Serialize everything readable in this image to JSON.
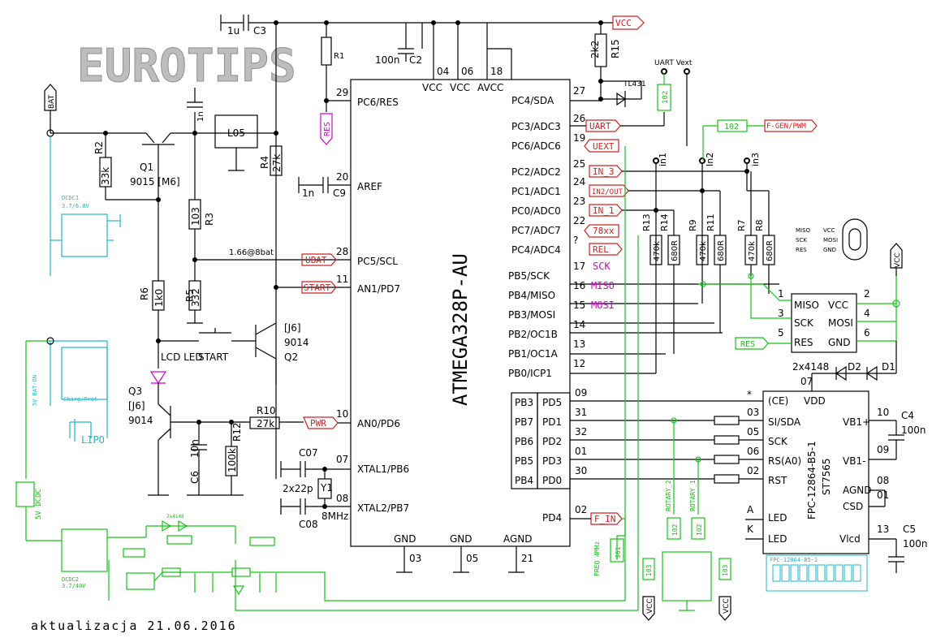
{
  "title": "EUROTIPS",
  "footer": "aktualizacja 21.06.2016",
  "colors": {
    "wire": "#000000",
    "net_label": "#d42020",
    "green": "#13c413",
    "cyan": "#1fb6cf",
    "magenta": "#d000d0",
    "logo": "#bdbdbd"
  },
  "mcu": {
    "name": "ATMEGA328P-AU",
    "top_pins": [
      "VCC",
      "VCC",
      "AVCC"
    ],
    "top_nums": [
      "04",
      "06",
      "18"
    ],
    "bottom_pins": [
      "GND",
      "GND",
      "AGND"
    ],
    "bottom_nums": [
      "03",
      "05",
      "21"
    ],
    "left_pins": [
      {
        "num": "29",
        "name": "PC6/RES"
      },
      {
        "num": "20",
        "name": "AREF"
      },
      {
        "num": "28",
        "name": "PC5/SCL"
      },
      {
        "num": "11",
        "name": "AN1/PD7"
      },
      {
        "num": "10",
        "name": "AN0/PD6"
      },
      {
        "num": "07",
        "name": "XTAL1/PB6"
      },
      {
        "num": "08",
        "name": "XTAL2/PB7"
      }
    ],
    "right_pins": [
      {
        "num": "27",
        "name": "PC4/SDA"
      },
      {
        "num": "26",
        "name": "PC3/ADC3"
      },
      {
        "num": "19",
        "name": "PC6/ADC6"
      },
      {
        "num": "25",
        "name": "PC2/ADC2"
      },
      {
        "num": "24",
        "name": "PC1/ADC1"
      },
      {
        "num": "23",
        "name": "PC0/ADC0"
      },
      {
        "num": "22",
        "name": "PC7/ADC7"
      },
      {
        "num": "?",
        "name": "PC4/ADC4"
      },
      {
        "num": "17",
        "name": "PB5/SCK"
      },
      {
        "num": "16",
        "name": "PB4/MISO"
      },
      {
        "num": "15",
        "name": "PB3/MOSI"
      },
      {
        "num": "14",
        "name": "PB2/OC1B"
      },
      {
        "num": "13",
        "name": "PB1/OC1A"
      },
      {
        "num": "12",
        "name": "PB0/ICP1"
      }
    ],
    "pd4": {
      "num": "02",
      "name": "PD4"
    },
    "bus_left": [
      "PB3",
      "PB7",
      "PB6",
      "PB5",
      "PB4"
    ],
    "bus_right": [
      "PD5",
      "PD1",
      "PD2",
      "PD3",
      "PD0"
    ],
    "bus_nums": [
      "09",
      "31",
      "32",
      "01",
      "30"
    ]
  },
  "net_labels": {
    "vcc": "VCC",
    "res": "RES",
    "ubat": "UBAT",
    "start": "START",
    "pwr": "PWR",
    "uart": "UART",
    "uext": "UEXT",
    "in3": "IN_3",
    "in2": "IN2/OUT",
    "in1": "IN_1",
    "x78": "78xx",
    "rel": "REL",
    "sck": "SCK",
    "miso": "MISO",
    "mosi": "MOSI",
    "fin": "F_IN",
    "fgen": "F-GEN/PWM",
    "bat": "BAT"
  },
  "components": {
    "c3": "C3",
    "c3v": "1u",
    "c2": "C2",
    "c2v": "100n",
    "c9": "C9",
    "c9v": "1n",
    "r1": "R1",
    "r15": "R15",
    "r15v": "2k2",
    "tl431": "TL431",
    "uart_vext": "UART Vext",
    "r102": "102",
    "in1": "in1",
    "in2": "In2",
    "in3": "in3",
    "r13": "R13",
    "r14": "R14",
    "r9": "R9",
    "r11": "R11",
    "r7": "R7",
    "r8": "R8",
    "r470": "470k",
    "r680": "680R",
    "q1": "Q1",
    "q1t": "9015 [M6]",
    "r2": "R2",
    "r2v": "33k",
    "l05": "L05",
    "r4": "R4",
    "r4v": "27k",
    "r3": "R3",
    "r3v": "103",
    "r5": "R5",
    "r5v": "332",
    "r6": "R6",
    "r6v": "1k0",
    "div": "1.66@8bat",
    "start": "START",
    "q2": "Q2",
    "q2t": "9014",
    "j6": "[J6]",
    "q3": "Q3",
    "q3t": "9014",
    "lcd_led": "LCD LED",
    "r10": "R10",
    "r10v": "27k",
    "c6": "C6",
    "c6v": "10n",
    "r12": "R12",
    "r12v": "100k",
    "c07": "C07",
    "c08": "C08",
    "cx": "2x22p",
    "y1": "Y1",
    "y1v": "8MHz",
    "isp": [
      "MISO",
      "VCC",
      "SCK",
      "MOSI",
      "RES",
      "GND"
    ],
    "isp_nums": [
      "1",
      "2",
      "3",
      "4",
      "5",
      "6"
    ],
    "d": "2x4148",
    "d1": "D1",
    "d2": "D2",
    "lcd_model": "FPC-12864-B5-1",
    "lcd_ic": "ST7565",
    "lcd_pins_left": [
      "(CE)",
      "SI/SDA",
      "SCK",
      "RS(A0)",
      "RST"
    ],
    "lcd_nums_left": [
      "07",
      "03",
      "05",
      "06",
      "02"
    ],
    "lcd_pins_right": [
      "VDD",
      "VB1+",
      "VB1-",
      "AGND",
      "CSD",
      "Vlcd"
    ],
    "lcd_nums_right": [
      "10",
      "09",
      "08",
      "01",
      "13"
    ],
    "led_a": "A",
    "led_k": "K",
    "led": "LED",
    "c4": "C4",
    "c4v": "100n",
    "c5": "C5",
    "c5v": "100n",
    "cyan_ic": "DCDC1",
    "cyan_ic_v": "3.7/6.8V",
    "dcdc2": "DCDC2",
    "dcdc2_v": "3.7/40V",
    "lipo": "LIPO",
    "chg": "Charg/Prot",
    "bat_on": "5V BAT-ON",
    "dcdc": "5V DCDC",
    "rotary1": "ROTARY_1",
    "rotary2": "ROTARY_2",
    "freq": "FREQ 4MHz",
    "r361": "361",
    "r103": "103",
    "asterisk": "*",
    "isp_right_labels": [
      "MISO",
      "SCK",
      "RES",
      "VCC",
      "MOSI",
      "GND"
    ]
  }
}
